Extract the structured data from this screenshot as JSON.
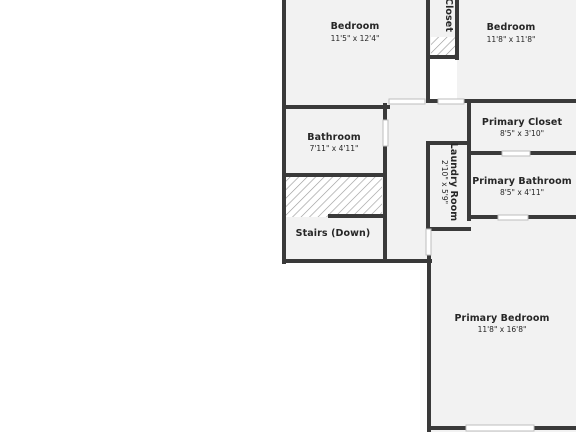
{
  "rooms": {
    "bedroom_1": {
      "name": "Bedroom",
      "dims": "11'5\" x 12'4\""
    },
    "closet": {
      "name": "Closet"
    },
    "bedroom_2": {
      "name": "Bedroom",
      "dims": "11'8\" x 11'8\""
    },
    "bathroom": {
      "name": "Bathroom",
      "dims": "7'11\" x 4'11\""
    },
    "primary_closet": {
      "name": "Primary Closet",
      "dims": "8'5\" x 3'10\""
    },
    "laundry_room": {
      "name": "Laundry Room",
      "dims": "2'10\" x 5'9\""
    },
    "primary_bathroom": {
      "name": "Primary Bathroom",
      "dims": "8'5\" x 4'11\""
    },
    "stairs": {
      "name": "Stairs (Down)"
    },
    "primary_bedroom": {
      "name": "Primary Bedroom",
      "dims": "11'8\" x 16'8\""
    }
  },
  "colors": {
    "wall": "#3a3a3a",
    "room_fill": "#f2f2f2",
    "hatch": "#9a9a9a",
    "background": "#ffffff",
    "text": "#262626"
  }
}
